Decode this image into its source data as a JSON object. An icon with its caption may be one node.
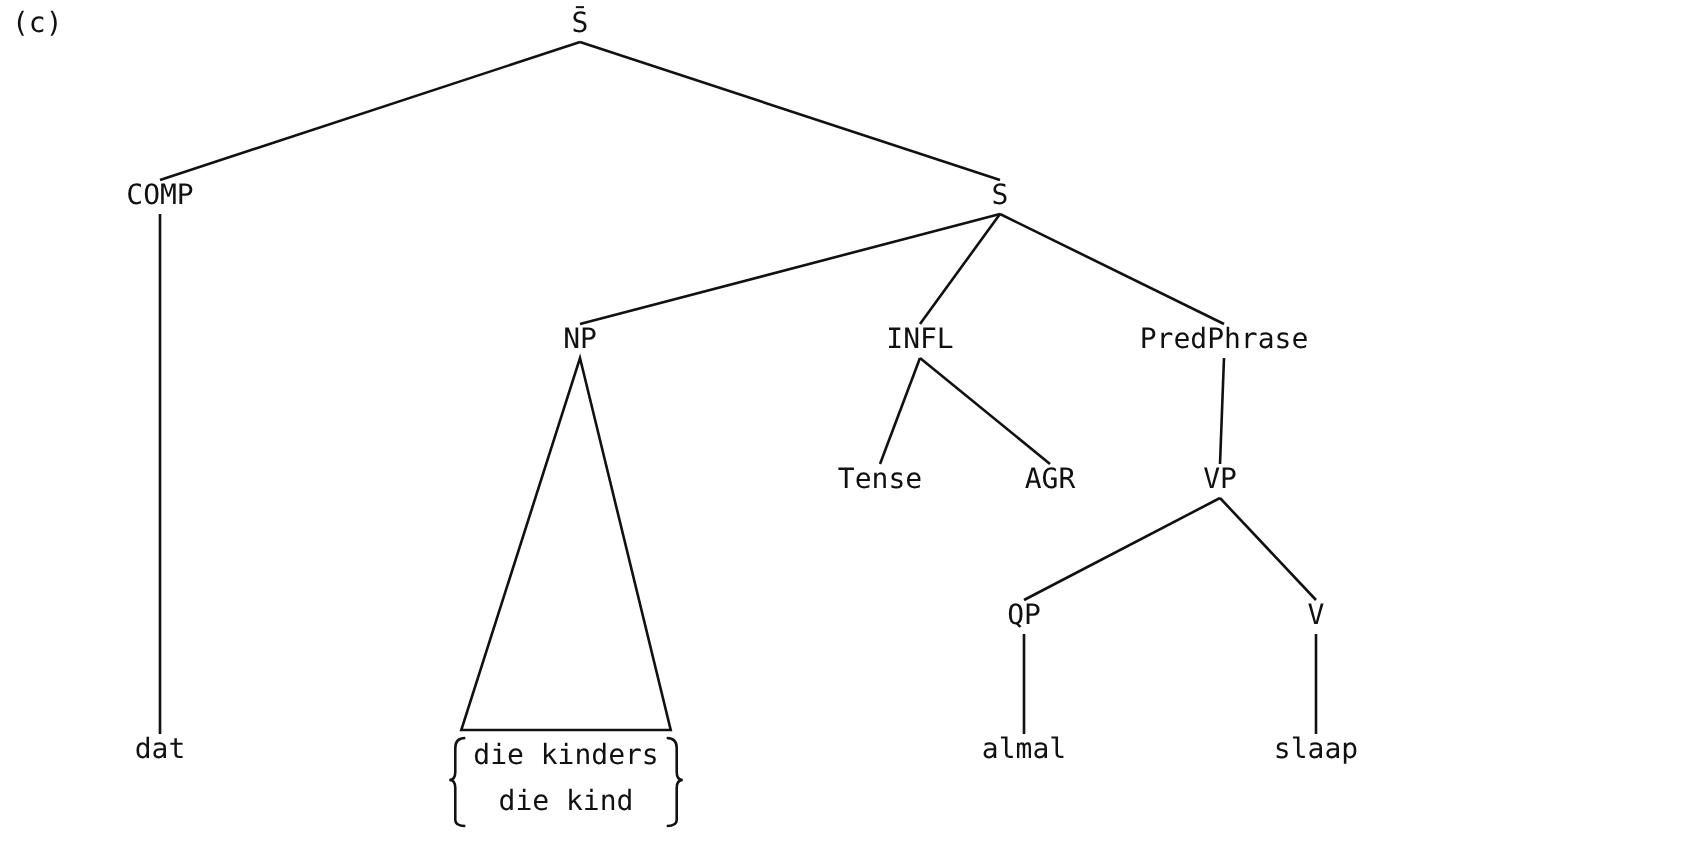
{
  "diagram": {
    "nodes": [
      {
        "text": [
          "S̄"
        ]
      },
      {
        "text": [
          "COMP"
        ]
      },
      {
        "text": [
          "S"
        ]
      },
      {
        "text": [
          "NP"
        ]
      },
      {
        "text": [
          "INFL"
        ]
      },
      {
        "text": [
          "PredPhrase"
        ]
      },
      {
        "text": [
          "Tense"
        ]
      },
      {
        "text": [
          "AGR"
        ]
      },
      {
        "text": [
          "VP"
        ]
      },
      {
        "text": [
          "QP"
        ]
      },
      {
        "text": [
          "V"
        ]
      },
      {
        "text": [
          "dat"
        ]
      },
      {
        "text": [
          "die kinders",
          "die kind"
        ]
      },
      {
        "text": [
          "almal"
        ]
      },
      {
        "text": [
          "slaap"
        ]
      }
    ],
    "edges": [
      {
        "from": 0,
        "to": 1,
        "arrow": "none"
      },
      {
        "from": 0,
        "to": 2,
        "arrow": "none"
      },
      {
        "from": 1,
        "to": 11,
        "arrow": "none"
      },
      {
        "from": 2,
        "to": 3,
        "arrow": "none"
      },
      {
        "from": 2,
        "to": 4,
        "arrow": "none"
      },
      {
        "from": 2,
        "to": 5,
        "arrow": "none"
      },
      {
        "from": 3,
        "to": 12,
        "arrow": "none"
      },
      {
        "from": 4,
        "to": 6,
        "arrow": "none"
      },
      {
        "from": 4,
        "to": 7,
        "arrow": "none"
      },
      {
        "from": 5,
        "to": 8,
        "arrow": "none"
      },
      {
        "from": 8,
        "to": 9,
        "arrow": "none"
      },
      {
        "from": 8,
        "to": 10,
        "arrow": "none"
      },
      {
        "from": 9,
        "to": 13,
        "arrow": "none"
      },
      {
        "from": 10,
        "to": 14,
        "arrow": "none"
      }
    ],
    "labels": [
      "(c)"
    ]
  }
}
